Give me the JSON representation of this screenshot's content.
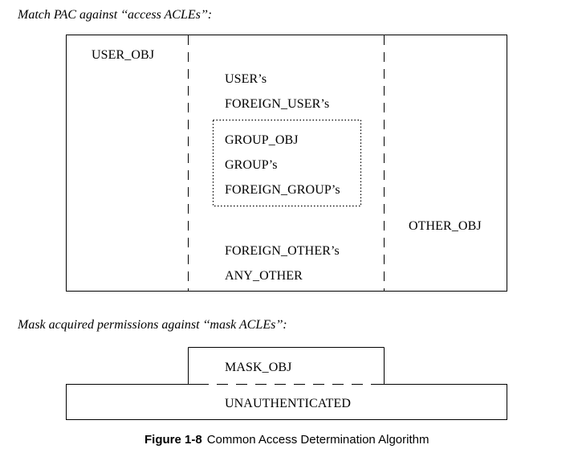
{
  "headings": {
    "access": "Match PAC against ‘‘access ACLEs’’:",
    "mask": "Mask  acquired permissions against ‘‘mask ACLEs’’:"
  },
  "access_box": {
    "user_obj": "USER_OBJ",
    "user": "USER’s",
    "foreign_user": "FOREIGN_USER’s",
    "group_obj": "GROUP_OBJ",
    "group": "GROUP’s",
    "foreign_group": "FOREIGN_GROUP’s",
    "other_obj": "OTHER_OBJ",
    "foreign_other": "FOREIGN_OTHER’s",
    "any_other": "ANY_OTHER"
  },
  "mask_box": {
    "mask_obj": "MASK_OBJ",
    "unauthenticated": "UNAUTHENTICATED"
  },
  "caption": {
    "number": "Figure 1-8",
    "title": "Common Access Determination Algorithm"
  }
}
